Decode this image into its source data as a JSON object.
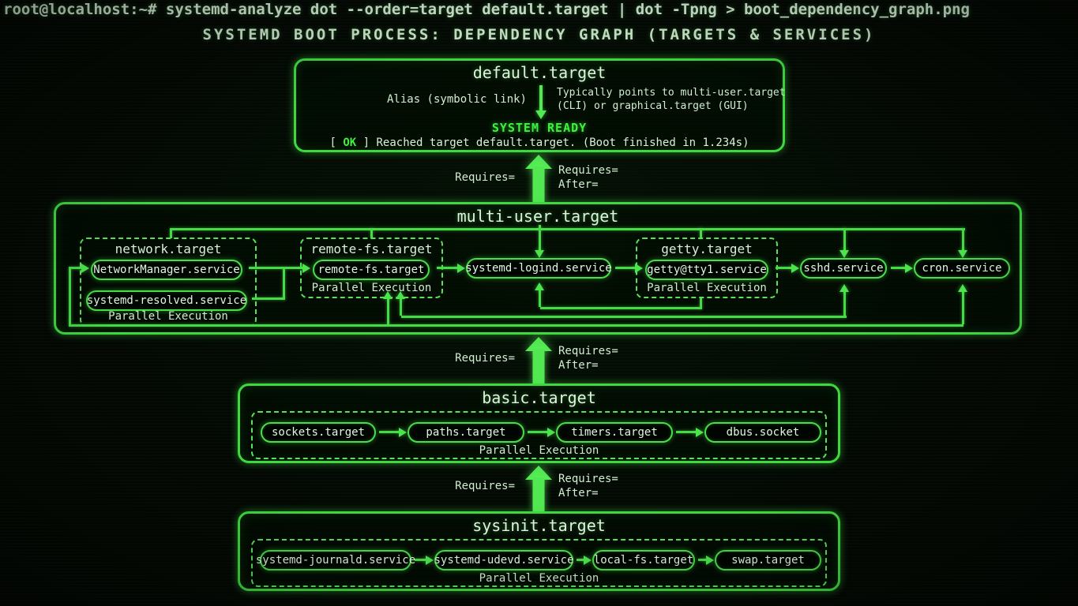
{
  "terminal": {
    "command_line": "root@localhost:~# systemd-analyze dot --order=target default.target | dot -Tpng > boot_dependency_graph.png"
  },
  "title": "SYSTEMD BOOT PROCESS: DEPENDENCY GRAPH (TARGETS & SERVICES)",
  "labels": {
    "parallel_execution": "Parallel Execution",
    "requires": "Requires=",
    "after": "After="
  },
  "colors": {
    "background": "#040704",
    "box_green": "#3fd93f",
    "bright_green": "#52e852",
    "text_pale_green": "#d9f2d9",
    "status_green": "#3df23d"
  },
  "default_target": {
    "title": "default.target",
    "alias_note": "Alias (symbolic link)",
    "points_note_line1": "Typically points to multi-user.target",
    "points_note_line2": "(CLI) or graphical.target (GUI)",
    "status": "SYSTEM READY",
    "boot_msg_prefix": "[ ",
    "boot_msg_ok": "OK",
    "boot_msg_suffix": " ] Reached target default.target. (Boot finished in 1.234s)"
  },
  "multi_user_target": {
    "title": "multi-user.target",
    "network": {
      "title": "network.target",
      "services": [
        "NetworkManager.service",
        "systemd-resolved.service"
      ]
    },
    "remote_fs": {
      "title": "remote-fs.target",
      "service": "remote-fs.target"
    },
    "logind_service": "systemd-logind.service",
    "getty": {
      "title": "getty.target",
      "service": "getty@tty1.service"
    },
    "sshd_service": "sshd.service",
    "cron_service": "cron.service"
  },
  "basic_target": {
    "title": "basic.target",
    "services": [
      "sockets.target",
      "paths.target",
      "timers.target",
      "dbus.socket"
    ]
  },
  "sysinit_target": {
    "title": "sysinit.target",
    "services": [
      "systemd-journald.service",
      "systemd-udevd.service",
      "local-fs.target",
      "swap.target"
    ]
  }
}
